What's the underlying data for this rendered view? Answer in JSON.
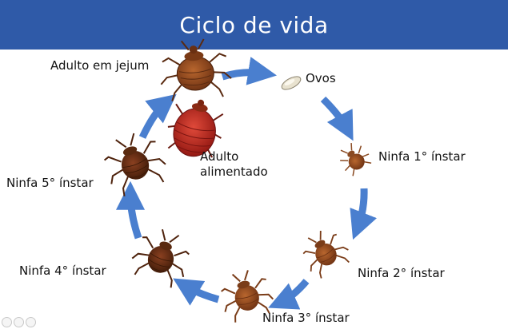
{
  "header": {
    "title": "Ciclo de vida"
  },
  "stages": [
    {
      "id": "adulto-jejum",
      "label": "Adulto em jejum"
    },
    {
      "id": "ovos",
      "label": "Ovos"
    },
    {
      "id": "ninfa-1",
      "label": "Ninfa 1° ínstar"
    },
    {
      "id": "ninfa-2",
      "label": "Ninfa 2° ínstar"
    },
    {
      "id": "ninfa-3",
      "label": "Ninfa 3° ínstar"
    },
    {
      "id": "ninfa-4",
      "label": "Ninfa 4° ínstar"
    },
    {
      "id": "ninfa-5",
      "label": "Ninfa 5° ínstar"
    },
    {
      "id": "adulto-alimentado",
      "label_line1": "Adulto",
      "label_line2": "alimentado"
    }
  ],
  "colors": {
    "header": "#2f5aa8",
    "arrow": "#4a7fcf",
    "bug_brown": "#8a4a22",
    "bug_dark": "#5a2a10",
    "bug_fed": "#b8241c"
  }
}
